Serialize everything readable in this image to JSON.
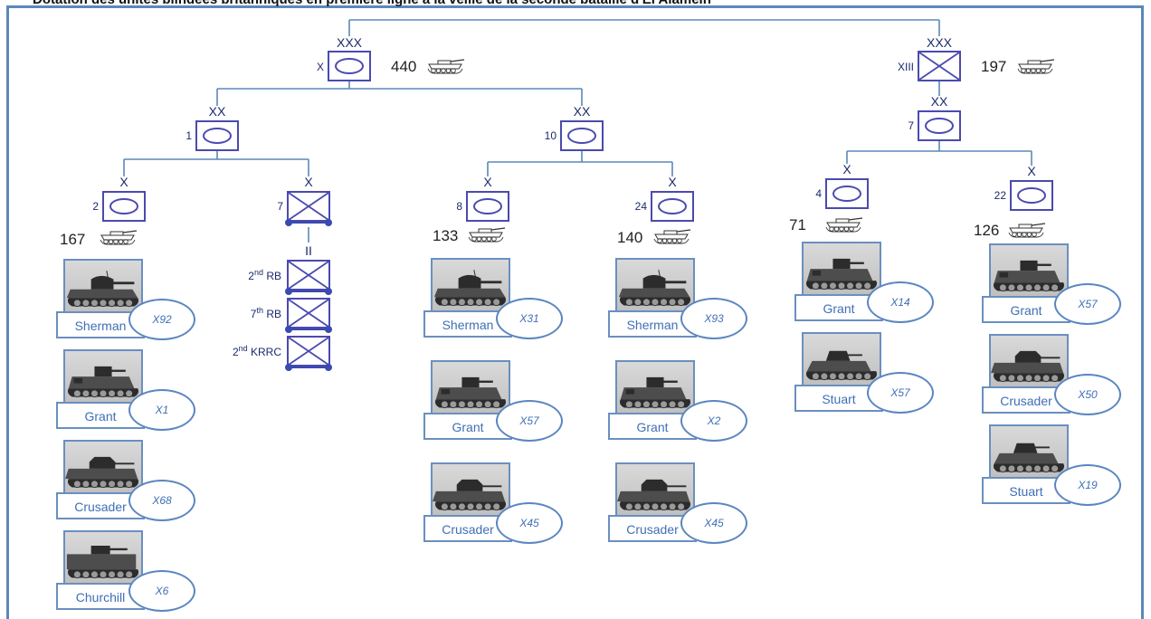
{
  "title": "Dotation des unités blindées britanniques en première ligne à la veille de la seconde bataille d'El Alamein",
  "colors": {
    "frame": "#5c88b8",
    "symbol": "#4a4ab0",
    "text": "#1a2a6c",
    "bubble_text": "#3f6fb5"
  },
  "corps": [
    {
      "id": "x",
      "echelon": "XXX",
      "number": "X",
      "tanks": "440",
      "symbol": "armoured"
    },
    {
      "id": "xiii",
      "echelon": "XXX",
      "number": "XIII",
      "tanks": "197",
      "symbol": "infantry"
    }
  ],
  "divisions": [
    {
      "id": "d1",
      "echelon": "XX",
      "number": "1",
      "symbol": "armoured"
    },
    {
      "id": "d10",
      "echelon": "XX",
      "number": "10",
      "symbol": "armoured"
    },
    {
      "id": "d7",
      "echelon": "XX",
      "number": "7",
      "symbol": "armoured"
    }
  ],
  "brigades": [
    {
      "id": "b2",
      "echelon": "X",
      "number": "2",
      "tanks": "167",
      "symbol": "armoured",
      "vehicles": [
        {
          "name": "Sherman",
          "count": "X92",
          "icon": "sherman-photo"
        },
        {
          "name": "Grant",
          "count": "X1",
          "icon": "grant-photo"
        },
        {
          "name": "Crusader",
          "count": "X68",
          "icon": "crusader-photo"
        },
        {
          "name": "Churchill",
          "count": "X6",
          "icon": "churchill-photo"
        }
      ]
    },
    {
      "id": "b7",
      "echelon": "X",
      "number": "7",
      "symbol": "motorised-infantry",
      "battalion_echelon": "II",
      "battalions": [
        {
          "ord": "2",
          "sup": "nd",
          "unit": "RB"
        },
        {
          "ord": "7",
          "sup": "th",
          "unit": "RB"
        },
        {
          "ord": "2",
          "sup": "nd",
          "unit": "KRRC"
        }
      ]
    },
    {
      "id": "b8",
      "echelon": "X",
      "number": "8",
      "tanks": "133",
      "symbol": "armoured",
      "vehicles": [
        {
          "name": "Sherman",
          "count": "X31",
          "icon": "sherman-photo"
        },
        {
          "name": "Grant",
          "count": "X57",
          "icon": "grant-photo"
        },
        {
          "name": "Crusader",
          "count": "X45",
          "icon": "crusader-photo"
        }
      ]
    },
    {
      "id": "b24",
      "echelon": "X",
      "number": "24",
      "tanks": "140",
      "symbol": "armoured",
      "vehicles": [
        {
          "name": "Sherman",
          "count": "X93",
          "icon": "sherman-photo"
        },
        {
          "name": "Grant",
          "count": "X2",
          "icon": "grant-photo"
        },
        {
          "name": "Crusader",
          "count": "X45",
          "icon": "crusader-photo"
        }
      ]
    },
    {
      "id": "b4",
      "echelon": "X",
      "number": "4",
      "tanks": "71",
      "symbol": "armoured",
      "vehicles": [
        {
          "name": "Grant",
          "count": "X14",
          "icon": "grant-photo"
        },
        {
          "name": "Stuart",
          "count": "X57",
          "icon": "stuart-photo"
        }
      ]
    },
    {
      "id": "b22",
      "echelon": "X",
      "number": "22",
      "tanks": "126",
      "symbol": "armoured",
      "vehicles": [
        {
          "name": "Grant",
          "count": "X57",
          "icon": "grant-photo"
        },
        {
          "name": "Crusader",
          "count": "X50",
          "icon": "crusader-photo"
        },
        {
          "name": "Stuart",
          "count": "X19",
          "icon": "stuart-photo"
        }
      ]
    }
  ]
}
